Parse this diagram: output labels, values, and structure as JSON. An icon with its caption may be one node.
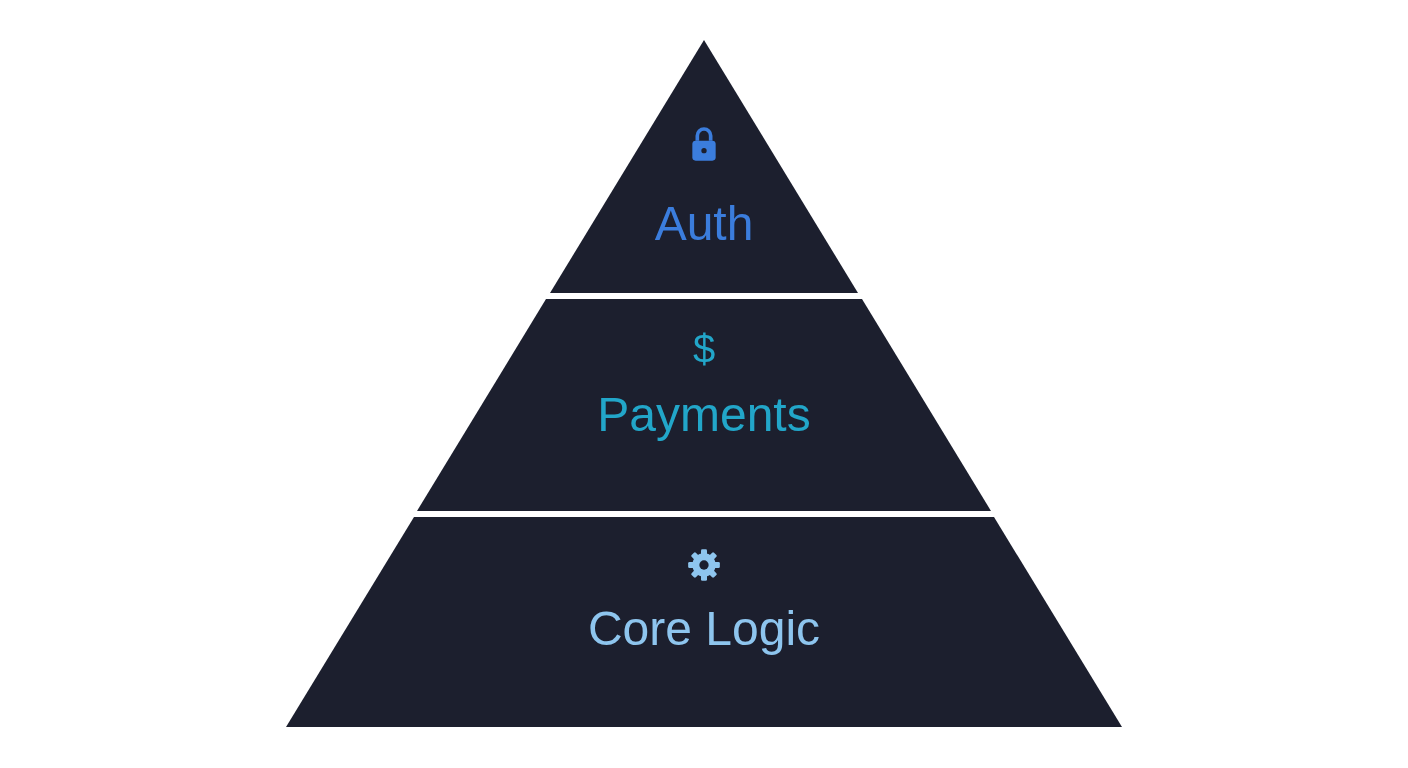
{
  "diagram": {
    "nodes": [
      {
        "text": [
          "Auth"
        ]
      },
      {
        "text": [
          "$",
          "Payments"
        ]
      },
      {
        "text": [
          "Core Logic"
        ]
      }
    ]
  }
}
